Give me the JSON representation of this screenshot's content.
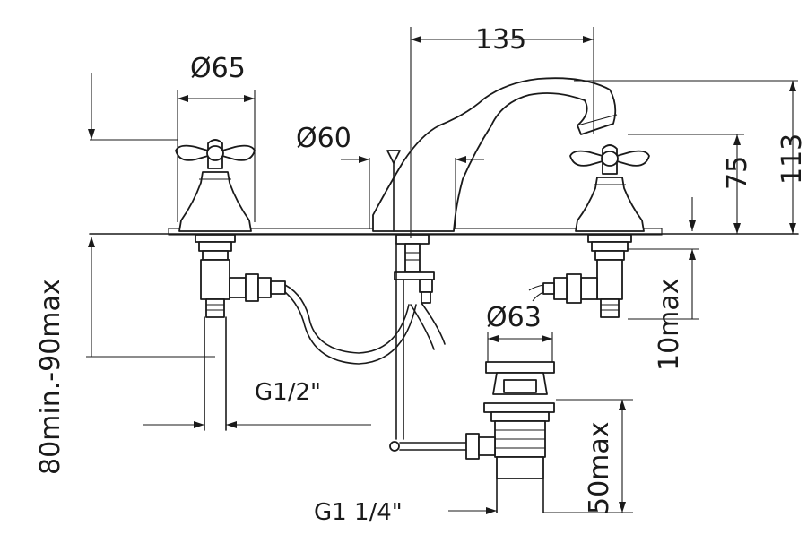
{
  "labels": {
    "dia_handle": "Ø65",
    "spout_length": "135",
    "dia_spout_base": "Ø60",
    "spout_height": "113",
    "handle_height": "75",
    "deck_thickness": "80min.-90max",
    "inlet_thread": "G1/2\"",
    "dia_waste": "Ø63",
    "waste_clearance": "10max",
    "waste_depth": "50max",
    "waste_thread": "G1 1/4\""
  },
  "colors": {
    "stroke": "#1a1a1a",
    "background": "#ffffff"
  }
}
